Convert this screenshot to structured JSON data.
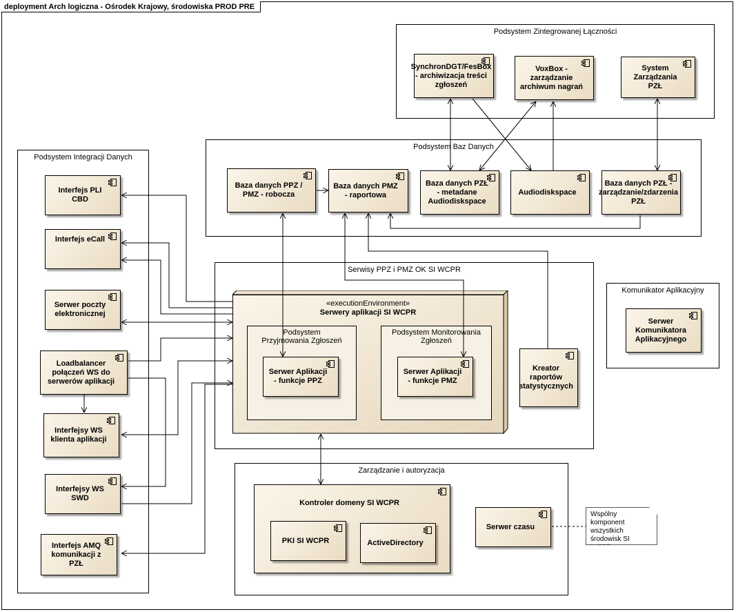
{
  "frame": {
    "title": "deployment Arch logiczna - Ośrodek Krajowy, środowiska PROD PRE"
  },
  "packages": {
    "integracja": "Podsystem Integracji Danych",
    "lacznosc": "Podsystem Zintegrowanej Łączności",
    "baza": "Podsystem Baz Danych",
    "serwisy": "Serwisy PPZ i PMZ OK SI WCPR",
    "komunikator": "Komunikator Aplikacyjny",
    "zarzadzanie": "Zarządzanie i autoryzacja"
  },
  "components": {
    "pli_cbd": "Interfejs PLI CBD",
    "ecall": "Interfejs eCall",
    "poczta": "Serwer poczty elektronicznej",
    "loadbalancer": "Loadbalancer połączeń WS do serwerów aplikacji",
    "ws_klienta": "Interfejsy WS klienta aplikacji",
    "ws_swd": "Interfejsy WS SWD",
    "amq": "Interfejs AMQ komunikacji z PZŁ",
    "synchron": "SynchronDGT/FesBox - archiwizacja treści zgłoszeń",
    "voxbox": "VoxBox - zarządzanie archiwum nagrań",
    "system_pzl": "System Zarządzania PZŁ",
    "baza_ppz": "Baza danych PPZ / PMZ - robocza",
    "baza_pmz": "Baza danych PMZ - raportowa",
    "baza_pzl_meta": "Baza danych PZŁ - metadane Audiodiskspace",
    "audiodisk": "Audiodiskspace",
    "baza_pzl_zarz": "Baza danych PZŁ - zarządzanie/zdarzenia PZŁ",
    "kreator": "Kreator raportów statystycznych",
    "komunikator_srv": "Serwer Komunikatora Aplikacyjnego",
    "app_ppz": "Serwer Aplikacji - funkcje PPZ",
    "app_pmz": "Serwer Aplikacji - funkcje PMZ",
    "kontroler": "Kontroler domeny SI WCPR",
    "pki": "PKI SI WCPR",
    "ad": "ActiveDirectory",
    "czas": "Serwer czasu"
  },
  "exec_env": {
    "stereotype": "«executionEnvironment»",
    "name": "Serwery aplikacji SI WCPR"
  },
  "subsystems": {
    "przyjmowania": "Podsystem Przyjmowania Zgłoszeń",
    "monitorowania": "Podsystem Monitorowania Zgłoszeń"
  },
  "note": "Wspólny komponent wszystkich środowisk SI WCPR."
}
